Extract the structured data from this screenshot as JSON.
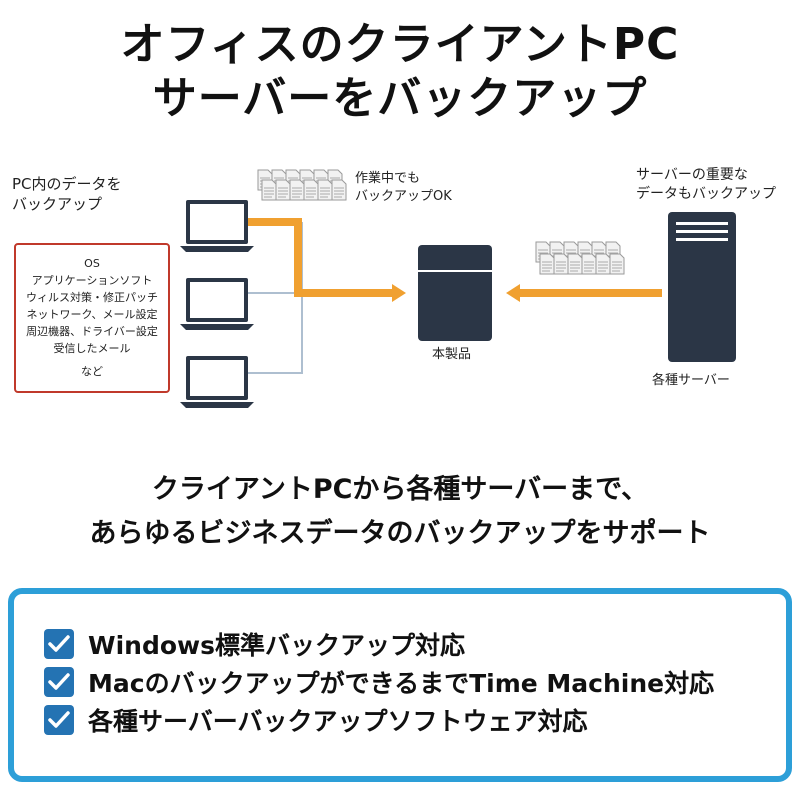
{
  "title": {
    "line1": "オフィスのクライアントPC",
    "line2": "サーバーをバックアップ"
  },
  "diagram": {
    "pc_label_line1": "PC内のデータを",
    "pc_label_line2": "バックアップ",
    "data_items": [
      "OS",
      "アプリケーションソフト",
      "ウィルス対策・修正パッチ",
      "ネットワーク、メール設定",
      "周辺機器、ドライバー設定",
      "受信したメール"
    ],
    "data_items_etc": "など",
    "working_label_line1": "作業中でも",
    "working_label_line2": "バックアップOK",
    "server_important_line1": "サーバーの重要な",
    "server_important_line2": "データもバックアップ",
    "product_label": "本製品",
    "servers_label": "各種サーバー",
    "colors": {
      "arrow": "#f0a030",
      "device": "#2b3646",
      "line": "#aebfd0",
      "box_border": "#c0392b"
    }
  },
  "subtitle": {
    "line1": "クライアントPCから各種サーバーまで、",
    "line2": "あらゆるビジネスデータのバックアップをサポート"
  },
  "features": [
    "Windows標準バックアップ対応",
    "MacのバックアップができるまでTime Machine対応",
    "各種サーバーバックアップソフトウェア対応"
  ],
  "colors": {
    "panel_border": "#2d9fd8",
    "check_bg": "#2473b3"
  }
}
